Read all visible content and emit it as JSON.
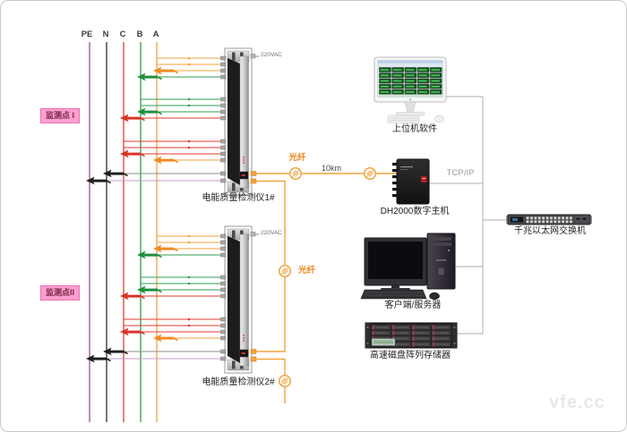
{
  "bus": {
    "labels": [
      "PE",
      "N",
      "C",
      "B",
      "A"
    ]
  },
  "monitor_points": [
    {
      "label": "监测点 I"
    },
    {
      "label": "监测点II"
    }
  ],
  "instruments": [
    {
      "label": "电能质量检测仪1#",
      "power": "220VAC"
    },
    {
      "label": "电能质量检测仪2#",
      "power": "220VAC"
    }
  ],
  "fiber": {
    "label_1": "光纤",
    "label_2": "光纤",
    "distance": "10km"
  },
  "network": {
    "tcpip": "TCP/IP"
  },
  "devices": {
    "host_software": "上位机软件",
    "dh2000": "DH2000数字主机",
    "switch": "千兆以太网交换机",
    "client_server": "客户端/服务器",
    "storage": "高速磁盘阵列存储器"
  },
  "watermark": "vfe.cc",
  "icons": {
    "fiber_connector_icon": "orange circle with diagonal fiber-splice marks",
    "current_clamp_icon": "crocodile-clip arrow biting phase line"
  },
  "colors": {
    "phase_a_orange": "#F2A33C",
    "phase_b_green": "#2E9E52",
    "phase_c_red": "#E23B30",
    "neutral_black": "#2E2E2E",
    "pe_purple": "#A34B92",
    "fiber_orange": "#F2A33C",
    "highlight_pink_fill": "#FF9FD0",
    "highlight_pink_border": "#EE6FB0",
    "connector_gray": "#BDBDBD"
  }
}
